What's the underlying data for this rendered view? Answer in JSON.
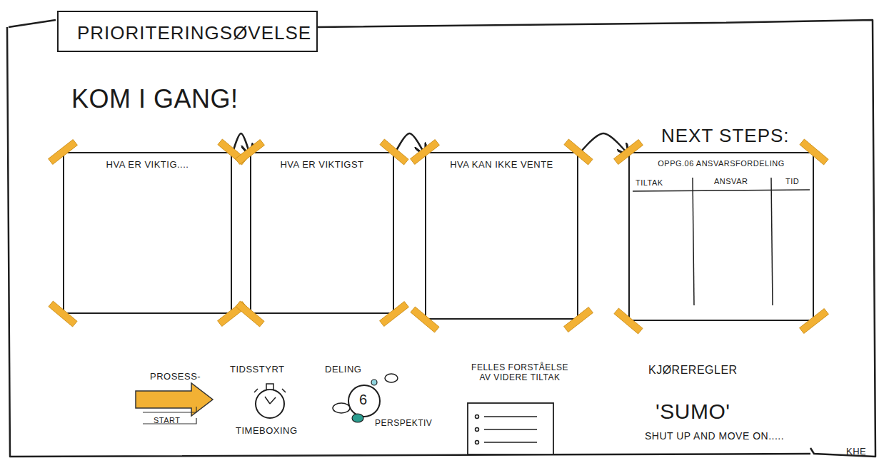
{
  "diagram": {
    "title": "PRIORITERINGSØVELSE",
    "nodes": [
      {
        "text": [
          "HVA ER VIKTIG...."
        ]
      },
      {
        "text": [
          "HVA ER VIKTIGST"
        ]
      },
      {
        "text": [
          "HVA KAN IKKE VENTE"
        ]
      },
      {
        "text": [
          "NEXT STEPS:",
          "OPPG.06 ANSVARSFORDELING"
        ]
      }
    ],
    "edges": [
      {
        "from": 0,
        "to": 1,
        "arrow": "to"
      },
      {
        "from": 1,
        "to": 2,
        "arrow": "to"
      },
      {
        "from": 2,
        "to": 3,
        "arrow": "to"
      }
    ],
    "labels": [
      "KOM I GANG!",
      "TILTAK",
      "ANSVAR",
      "TID",
      "PROSESS-",
      "START",
      "TIDSSTYRT",
      "TIMEBOXING",
      "DELING",
      "6",
      "PERSPEKTIV",
      "FELLES FORSTÅELSE AV VIDERE TILTAK",
      "KJØREREGLER",
      "'SUMO'",
      "SHUT UP AND MOVE ON.....",
      "KHE"
    ]
  }
}
